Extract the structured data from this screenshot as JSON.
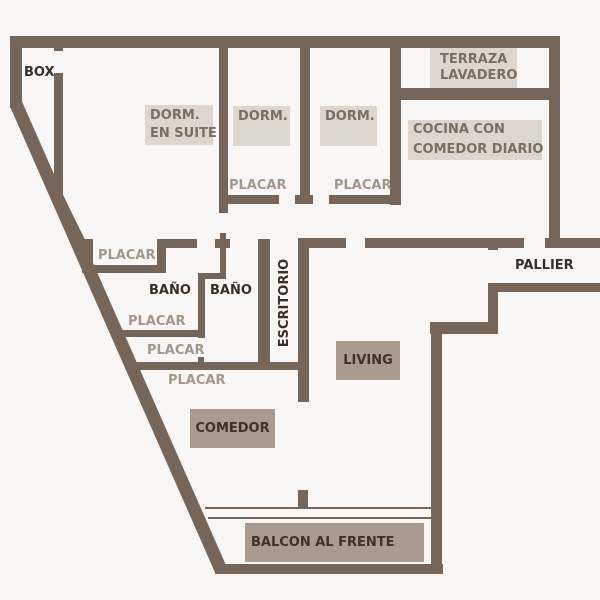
{
  "colors": {
    "wall": "#76665a",
    "background": "#f9f7f5",
    "label_box_light": "#ddd6cf",
    "label_box_dark": "#a99b8f"
  },
  "rooms": {
    "box": "BOX",
    "dorm_suite_line1": "DORM.",
    "dorm_suite_line2": "EN SUITE",
    "dorm2": "DORM.",
    "dorm3": "DORM.",
    "terraza_line1": "TERRAZA",
    "terraza_line2": "LAVADERO",
    "cocina_line1": "COCINA CON",
    "cocina_line2": "COMEDOR DIARIO",
    "pallier": "PALLIER",
    "placar_dorm2": "PLACAR",
    "placar_dorm3": "PLACAR",
    "placar_suite": "PLACAR",
    "bano1": "BAÑO",
    "bano2": "BAÑO",
    "escritorio": "ESCRITORIO",
    "placar_bano": "PLACAR",
    "placar_hall1": "PLACAR",
    "placar_hall2": "PLACAR",
    "living": "LIVING",
    "comedor": "COMEDOR",
    "balcon": "BALCON AL FRENTE"
  }
}
